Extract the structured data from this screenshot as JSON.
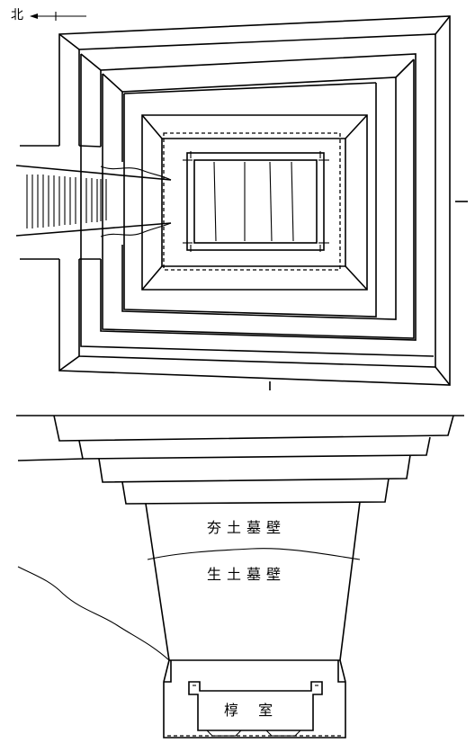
{
  "compass": {
    "north_label": "北"
  },
  "section": {
    "rammed_earth_label": "夯土墓壁",
    "natural_earth_label": "生土墓壁",
    "coffin_chamber_label": "椁  室"
  },
  "colors": {
    "ink": "#000000",
    "paper": "#ffffff"
  }
}
